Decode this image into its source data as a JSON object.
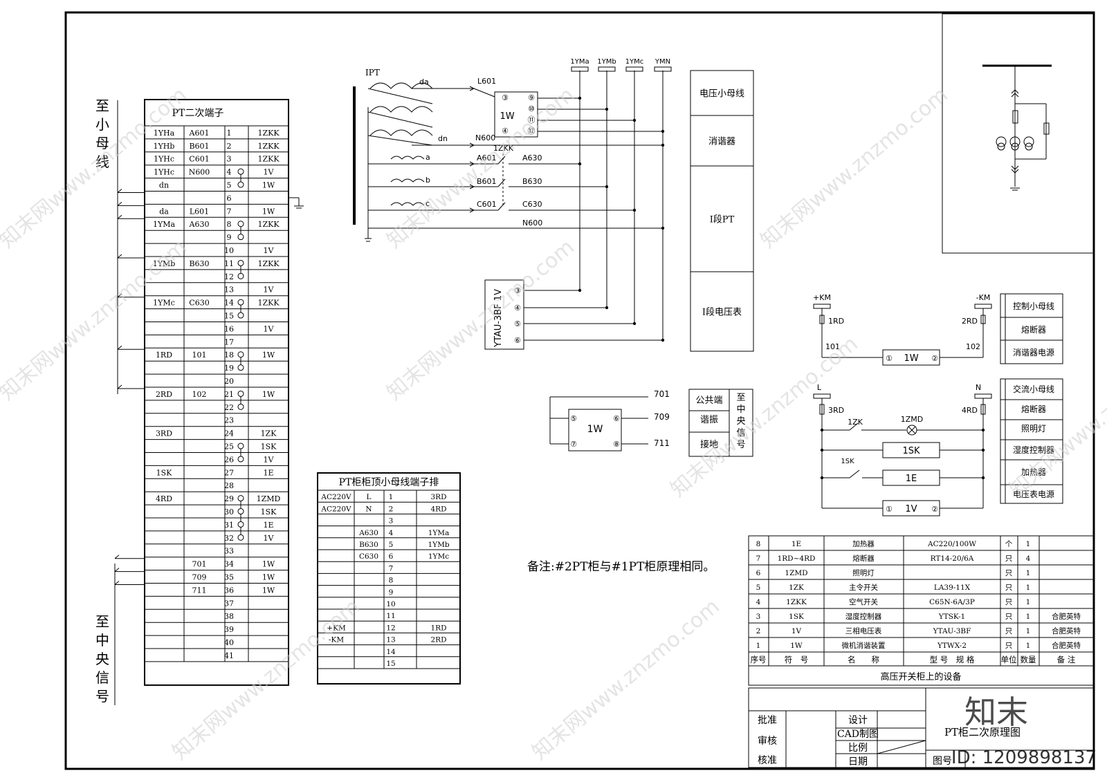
{
  "left_labels": {
    "top": [
      "至",
      "小",
      "母",
      "线"
    ],
    "bottom": [
      "至",
      "中",
      "央",
      "信",
      "号"
    ]
  },
  "pt_terminal": {
    "title": "PT二次端子",
    "rows": [
      [
        "1YHa",
        "A601",
        "1",
        "1ZKK"
      ],
      [
        "1YHb",
        "B601",
        "2",
        "1ZKK"
      ],
      [
        "1YHc",
        "C601",
        "3",
        "1ZKK"
      ],
      [
        "1YHc",
        "N600",
        "4",
        "1V"
      ],
      [
        "dn",
        "",
        "5",
        "1W"
      ],
      [
        "",
        "",
        "6",
        ""
      ],
      [
        "da",
        "L601",
        "7",
        "1W"
      ],
      [
        "1YMa",
        "A630",
        "8",
        "1ZKK"
      ],
      [
        "",
        "",
        "9",
        ""
      ],
      [
        "",
        "",
        "10",
        "1V"
      ],
      [
        "1YMb",
        "B630",
        "11",
        "1ZKK"
      ],
      [
        "",
        "",
        "12",
        ""
      ],
      [
        "",
        "",
        "13",
        "1V"
      ],
      [
        "1YMc",
        "C630",
        "14",
        "1ZKK"
      ],
      [
        "",
        "",
        "15",
        ""
      ],
      [
        "",
        "",
        "16",
        "1V"
      ],
      [
        "",
        "",
        "17",
        ""
      ],
      [
        "1RD",
        "101",
        "18",
        "1W"
      ],
      [
        "",
        "",
        "19",
        ""
      ],
      [
        "",
        "",
        "20",
        ""
      ],
      [
        "2RD",
        "102",
        "21",
        "1W"
      ],
      [
        "",
        "",
        "22",
        ""
      ],
      [
        "",
        "",
        "23",
        ""
      ],
      [
        "3RD",
        "",
        "24",
        "1ZK"
      ],
      [
        "",
        "",
        "25",
        "1SK"
      ],
      [
        "",
        "",
        "26",
        "1V"
      ],
      [
        "1SK",
        "",
        "27",
        "1E"
      ],
      [
        "",
        "",
        "28",
        ""
      ],
      [
        "4RD",
        "",
        "29",
        "1ZMD"
      ],
      [
        "",
        "",
        "30",
        "1SK"
      ],
      [
        "",
        "",
        "31",
        "1E"
      ],
      [
        "",
        "",
        "32",
        "1V"
      ],
      [
        "",
        "",
        "33",
        ""
      ],
      [
        "",
        "701",
        "34",
        "1W"
      ],
      [
        "",
        "709",
        "35",
        "1W"
      ],
      [
        "",
        "711",
        "36",
        "1W"
      ],
      [
        "",
        "",
        "37",
        ""
      ],
      [
        "",
        "",
        "38",
        ""
      ],
      [
        "",
        "",
        "39",
        ""
      ],
      [
        "",
        "",
        "40",
        ""
      ],
      [
        "",
        "",
        "41",
        ""
      ]
    ]
  },
  "top_terminal": {
    "title": "PT柜柜顶小母线端子排",
    "rows": [
      [
        "AC220V",
        "L",
        "1",
        "3RD"
      ],
      [
        "AC220V",
        "N",
        "2",
        "4RD"
      ],
      [
        "",
        "",
        "3",
        ""
      ],
      [
        "",
        "A630",
        "4",
        "1YMa"
      ],
      [
        "",
        "B630",
        "5",
        "1YMb"
      ],
      [
        "",
        "C630",
        "6",
        "1YMc"
      ],
      [
        "",
        "",
        "7",
        ""
      ],
      [
        "",
        "",
        "8",
        ""
      ],
      [
        "",
        "",
        "9",
        ""
      ],
      [
        "",
        "",
        "10",
        ""
      ],
      [
        "",
        "",
        "11",
        ""
      ],
      [
        "+KM",
        "",
        "12",
        "1RD"
      ],
      [
        "-KM",
        "",
        "13",
        "2RD"
      ],
      [
        "",
        "",
        "14",
        ""
      ],
      [
        "",
        "",
        "15",
        ""
      ]
    ]
  },
  "pt_circuit": {
    "ipt": "IPT",
    "wire_labels": [
      "da",
      "dn",
      "a",
      "b",
      "c"
    ],
    "signals": [
      "L601",
      "N600",
      "A601",
      "B601",
      "C601",
      "A630",
      "B630",
      "C630",
      "N600"
    ],
    "breaker": "1ZKK",
    "device_1w": "1W",
    "pins_1w": [
      "③",
      "④",
      "⑨",
      "⑩",
      "⑪",
      "⑫"
    ],
    "buses": [
      "1YMa",
      "1YMb",
      "1YMc",
      "YMN"
    ],
    "meter": "YTAU-3BF 1V",
    "meter_pins": [
      "③",
      "④",
      "⑤",
      "⑥"
    ]
  },
  "right_boxes": [
    "电压小母线",
    "消谐器",
    "Ⅰ段PT",
    "I段电压表"
  ],
  "signal_circuit": {
    "wires": [
      "701",
      "709",
      "711"
    ],
    "device": "1W",
    "pins": [
      "⑤",
      "⑥",
      "⑦",
      "⑧"
    ],
    "labels": [
      "公共端",
      "谐振",
      "接地"
    ],
    "side": [
      "至",
      "中",
      "央",
      "信",
      "号"
    ]
  },
  "note": "备注:#2PT柜与#1PT柜原理相同。",
  "control_circuit": {
    "pos": "+KM",
    "neg": "-KM",
    "fuse1": "1RD",
    "fuse2": "2RD",
    "w1": "101",
    "w2": "102",
    "device": "1W",
    "pin1": "①",
    "pin2": "②",
    "legend": [
      "控制小母线",
      "熔断器",
      "消谐器电源"
    ]
  },
  "ac_circuit": {
    "l": "L",
    "n": "N",
    "fuse3": "3RD",
    "fuse4": "4RD",
    "zk": "1ZK",
    "zmd": "1ZMD",
    "sk": "1SK",
    "sk_box": "1SK",
    "e": "1E",
    "v": "1V",
    "pin1": "①",
    "pin2": "②",
    "legend": [
      "交流小母线",
      "熔断器",
      "照明灯",
      "湿度控制器",
      "加热器",
      "电压表电源"
    ]
  },
  "equipment": {
    "rows": [
      [
        "8",
        "1E",
        "加热器",
        "AC220/100W",
        "个",
        "1",
        ""
      ],
      [
        "7",
        "1RD~4RD",
        "熔断器",
        "RT14-20/6A",
        "只",
        "4",
        ""
      ],
      [
        "6",
        "1ZMD",
        "照明灯",
        "",
        "只",
        "1",
        ""
      ],
      [
        "5",
        "1ZK",
        "主令开关",
        "LA39-11X",
        "只",
        "1",
        ""
      ],
      [
        "4",
        "1ZKK",
        "空气开关",
        "C65N-6A/3P",
        "只",
        "1",
        ""
      ],
      [
        "3",
        "1SK",
        "湿度控制器",
        "YTSK-1",
        "只",
        "1",
        "合肥英特"
      ],
      [
        "2",
        "1V",
        "三相电压表",
        "YTAU-3BF",
        "只",
        "1",
        "合肥英特"
      ],
      [
        "1",
        "1W",
        "微机消谐装置",
        "YTWX-2",
        "只",
        "1",
        "合肥英特"
      ]
    ],
    "header": [
      "序号",
      "符　号",
      "名　　称",
      "型 号　规 格",
      "单位",
      "数量",
      "备 注"
    ],
    "caption": "高压开关柜上的设备"
  },
  "title_block": {
    "left": [
      "批准",
      "审核",
      "核准"
    ],
    "mid": [
      "设计",
      "CAD制图",
      "比例",
      "日期"
    ],
    "title": "PT柜二次原理图",
    "drawing_no": "图号"
  },
  "watermark": {
    "text": "知末网www.znzmo.com",
    "logo": "知末",
    "id": "ID: 1209898137"
  }
}
